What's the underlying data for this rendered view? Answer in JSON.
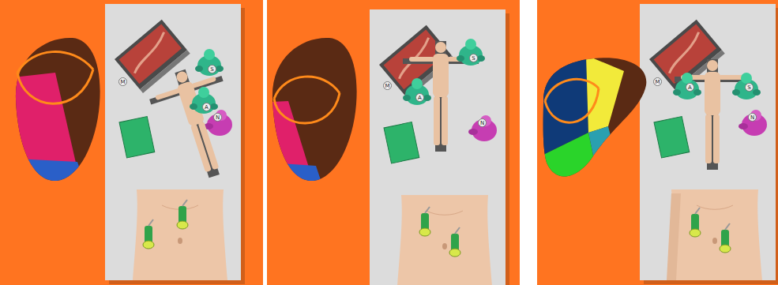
{
  "diagram": {
    "labels": [
      "M",
      "A",
      "S",
      "N",
      "M",
      "A",
      "S",
      "N",
      "M",
      "A",
      "S",
      "N"
    ]
  }
}
